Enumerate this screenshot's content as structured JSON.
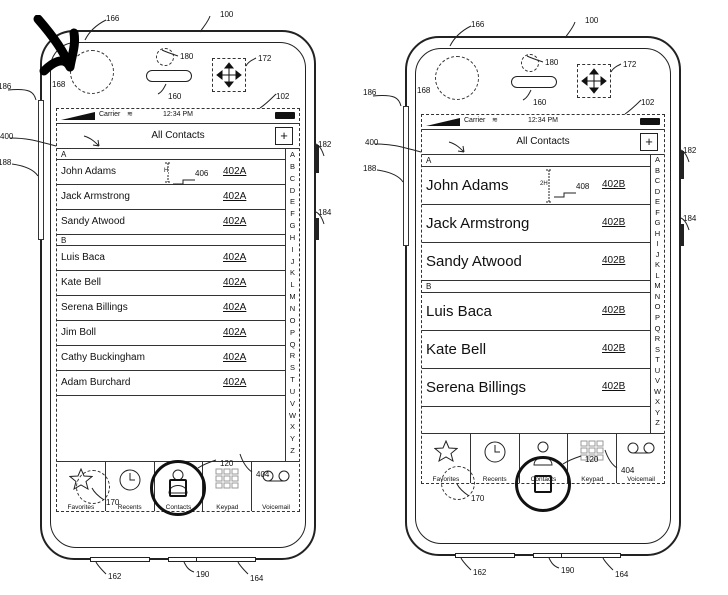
{
  "phones": [
    {
      "status": {
        "carrier": "Carrier",
        "time": "12:34 PM"
      },
      "nav": {
        "title": "All Contacts",
        "add": "+"
      },
      "sections": [
        {
          "letter": "A",
          "rows": [
            {
              "name": "John Adams",
              "code": "402A"
            },
            {
              "name": "Jack Armstrong",
              "code": "402A"
            },
            {
              "name": "Sandy Atwood",
              "code": "402A"
            }
          ]
        },
        {
          "letter": "B",
          "rows": [
            {
              "name": "Luis Baca",
              "code": "402A"
            },
            {
              "name": "Kate Bell",
              "code": "402A"
            },
            {
              "name": "Serena Billings",
              "code": "402A"
            },
            {
              "name": "Jim Boll",
              "code": "402A"
            },
            {
              "name": "Cathy Buckingham",
              "code": "402A"
            },
            {
              "name": "Adam Burchard",
              "code": "402A"
            }
          ]
        }
      ],
      "row_height_label": "H",
      "refs": {
        "r100": "100",
        "r166": "166",
        "r180": "180",
        "r172": "172",
        "r186": "186",
        "r168": "168",
        "r160": "160",
        "r102": "102",
        "r400": "400",
        "r182": "182",
        "r188": "188",
        "r406": "406",
        "r184": "184",
        "r120": "120",
        "r404": "404",
        "r170": "170",
        "r162": "162",
        "r190": "190",
        "r164": "164"
      }
    },
    {
      "status": {
        "carrier": "Carrier",
        "time": "12:34 PM"
      },
      "nav": {
        "title": "All Contacts",
        "add": "+"
      },
      "sections": [
        {
          "letter": "A",
          "rows": [
            {
              "name": "John Adams",
              "code": "402B"
            },
            {
              "name": "Jack Armstrong",
              "code": "402B"
            },
            {
              "name": "Sandy Atwood",
              "code": "402B"
            }
          ]
        },
        {
          "letter": "B",
          "rows": [
            {
              "name": "Luis Baca",
              "code": "402B"
            },
            {
              "name": "Kate Bell",
              "code": "402B"
            },
            {
              "name": "Serena Billings",
              "code": "402B"
            }
          ]
        }
      ],
      "row_height_label": "2H",
      "refs": {
        "r100": "100",
        "r166": "166",
        "r180": "180",
        "r172": "172",
        "r186": "186",
        "r168": "168",
        "r160": "160",
        "r102": "102",
        "r400": "400",
        "r182": "182",
        "r188": "188",
        "r406": "408",
        "r184": "184",
        "r120": "120",
        "r404": "404",
        "r170": "170",
        "r162": "162",
        "r190": "190",
        "r164": "164"
      }
    }
  ],
  "index_letters": [
    "A",
    "B",
    "C",
    "D",
    "E",
    "F",
    "G",
    "H",
    "I",
    "J",
    "K",
    "L",
    "M",
    "N",
    "O",
    "P",
    "Q",
    "R",
    "S",
    "T",
    "U",
    "V",
    "W",
    "X",
    "Y",
    "Z"
  ],
  "tabs": [
    {
      "label": "Favorites",
      "icon": "star-icon"
    },
    {
      "label": "Recents",
      "icon": "clock-icon"
    },
    {
      "label": "Contacts",
      "icon": "person-icon"
    },
    {
      "label": "Keypad",
      "icon": "keypad-icon"
    },
    {
      "label": "Voicemail",
      "icon": "voicemail-icon"
    }
  ]
}
